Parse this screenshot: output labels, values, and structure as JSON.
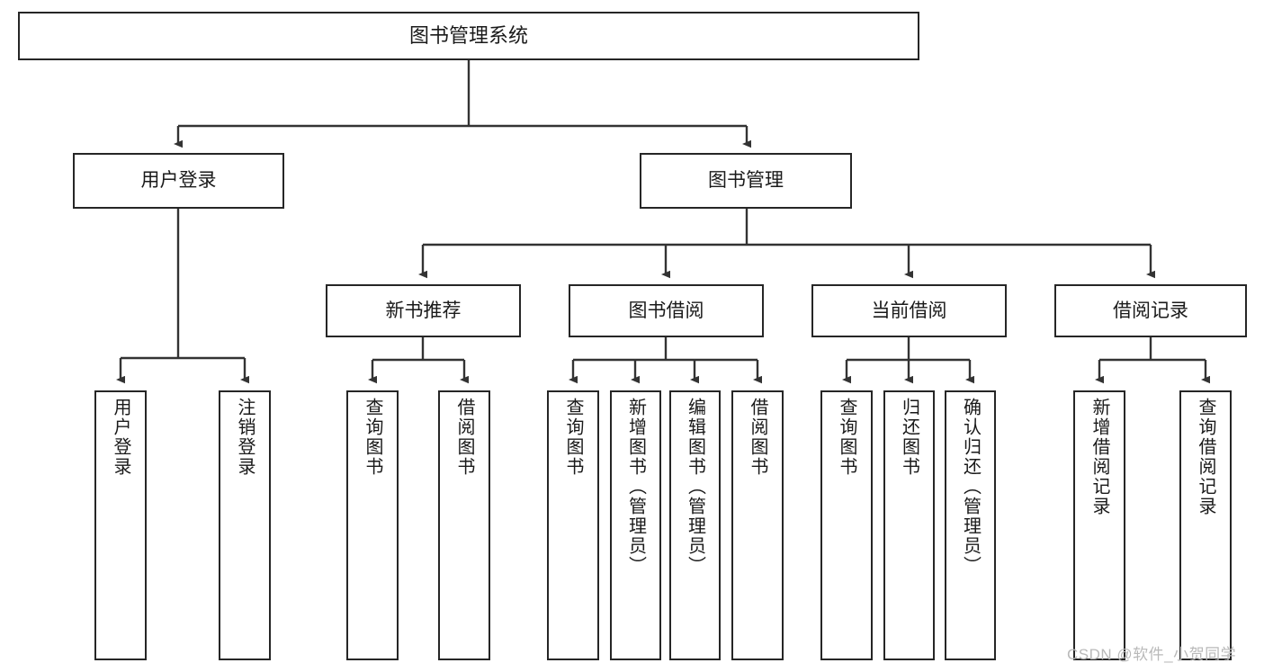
{
  "diagram": {
    "type": "hierarchy-tree",
    "title": "图书管理系统",
    "root": {
      "label": "图书管理系统"
    },
    "level2": [
      {
        "label": "用户登录"
      },
      {
        "label": "图书管理"
      }
    ],
    "level3": [
      {
        "label": "新书推荐"
      },
      {
        "label": "图书借阅"
      },
      {
        "label": "当前借阅"
      },
      {
        "label": "借阅记录"
      }
    ],
    "leaves": {
      "user_login": [
        {
          "label": "用户登录"
        },
        {
          "label": "注销登录"
        }
      ],
      "new_book_recommend": [
        {
          "label": "查询图书"
        },
        {
          "label": "借阅图书"
        }
      ],
      "book_borrow": [
        {
          "label": "查询图书"
        },
        {
          "label": "新增图书（管理员）"
        },
        {
          "label": "编辑图书（管理员）"
        },
        {
          "label": "借阅图书"
        }
      ],
      "current_borrow": [
        {
          "label": "查询图书"
        },
        {
          "label": "归还图书"
        },
        {
          "label": "确认归还（管理员）"
        }
      ],
      "borrow_record": [
        {
          "label": "新增借阅记录"
        },
        {
          "label": "查询借阅记录"
        }
      ]
    }
  },
  "watermark": {
    "text": "CSDN @软件_小贺同学"
  },
  "colors": {
    "border": "#262626",
    "text": "#1a1a1a",
    "background": "#ffffff",
    "watermark": "#b9b9b9"
  }
}
